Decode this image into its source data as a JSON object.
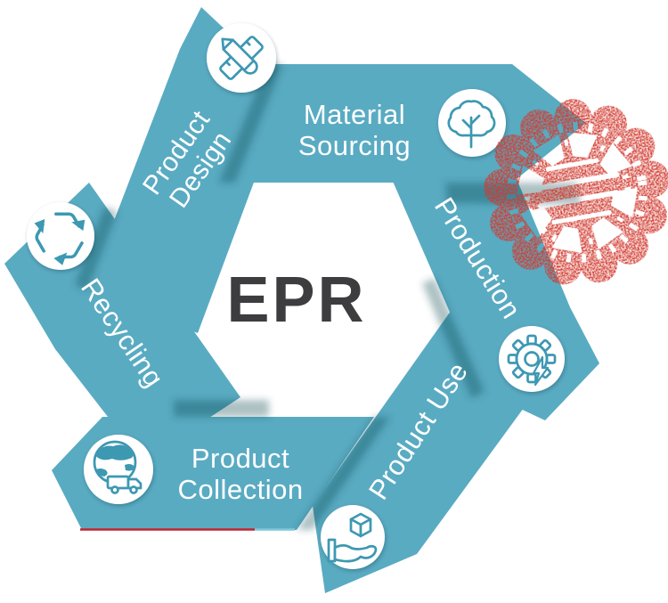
{
  "diagram": {
    "center_label": "EPR",
    "stages": [
      {
        "id": "product-design",
        "icon": "pencil-ruler-icon",
        "line1": "Product",
        "line2": "Design"
      },
      {
        "id": "material-sourcing",
        "icon": "tree-icon",
        "line1": "Material",
        "line2": "Sourcing"
      },
      {
        "id": "production",
        "icon": "gear-lightning-icon",
        "label": "Production"
      },
      {
        "id": "product-use",
        "icon": "hand-box-icon",
        "label": "Product Use"
      },
      {
        "id": "product-collection",
        "icon": "globe-truck-icon",
        "line1": "Product",
        "line2": "Collection"
      },
      {
        "id": "recycling",
        "icon": "recycle-arrows-icon",
        "label": "Recycling"
      }
    ],
    "stamp": {
      "description": "red distressed circular rubber stamp, text illegible"
    },
    "colors": {
      "band": "#59abc2",
      "icon_stroke": "#3d98b2",
      "label_text": "#ffffff",
      "center_text": "#3d3d40",
      "stamp_red": "#d23a2f",
      "underline_red": "#c2242e",
      "underline_teal": "#7cc7da"
    }
  }
}
